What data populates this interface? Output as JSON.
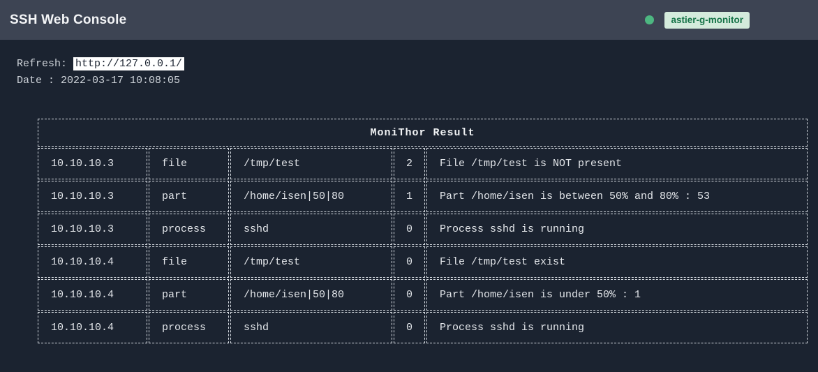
{
  "header": {
    "title": "SSH Web Console",
    "badge": "astier-g-monitor"
  },
  "info": {
    "refresh_label": "Refresh: ",
    "refresh_url": "http://127.0.0.1/",
    "date_label": "Date : ",
    "date_value": "2022-03-17 10:08:05"
  },
  "table": {
    "title": "MoniThor Result",
    "rows": [
      {
        "ip": "10.10.10.3",
        "check": "file",
        "target": "/tmp/test",
        "code": "2",
        "message": "File /tmp/test is NOT present"
      },
      {
        "ip": "10.10.10.3",
        "check": "part",
        "target": "/home/isen|50|80",
        "code": "1",
        "message": "Part /home/isen is between 50% and 80% : 53"
      },
      {
        "ip": "10.10.10.3",
        "check": "process",
        "target": "sshd",
        "code": "0",
        "message": "Process sshd is running"
      },
      {
        "ip": "10.10.10.4",
        "check": "file",
        "target": "/tmp/test",
        "code": "0",
        "message": "File /tmp/test exist"
      },
      {
        "ip": "10.10.10.4",
        "check": "part",
        "target": "/home/isen|50|80",
        "code": "0",
        "message": "Part /home/isen is under 50% : 1"
      },
      {
        "ip": "10.10.10.4",
        "check": "process",
        "target": "sshd",
        "code": "0",
        "message": "Process sshd is running"
      }
    ]
  },
  "colors": {
    "page_bg": "#1b2330",
    "topbar_bg": "#3d4453",
    "status_dot": "#4db781",
    "badge_bg": "#d4ebdc",
    "badge_text": "#157347",
    "table_border": "#d8dde3",
    "body_text": "#ced3d9"
  }
}
